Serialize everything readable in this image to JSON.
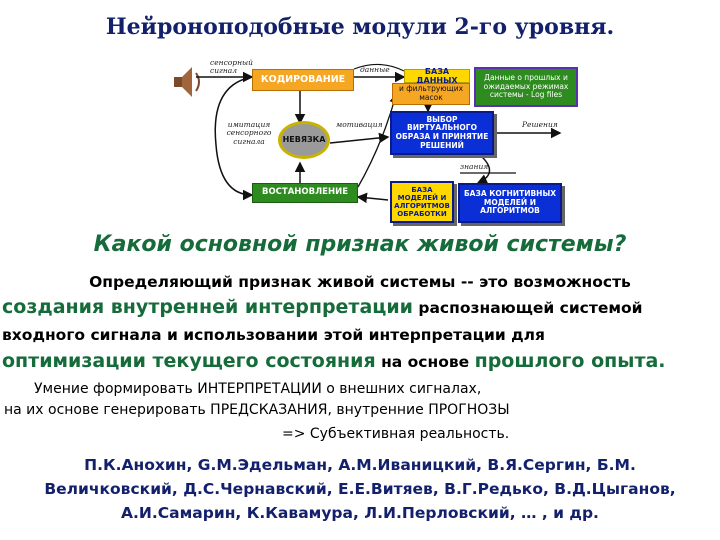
{
  "title": "Нейроноподобные модули 2-го уровня.",
  "diagram": {
    "coding": "КОДИРОВАНИЕ",
    "mismatch": "НЕВЯЗКА",
    "restoration": "ВОСТАНОВЛЕНИЕ",
    "database": "БАЗА ДАННЫХ",
    "filters": "и фильтрующих масок",
    "log_files": "Данные о прошлых и ожидаемых режимах системы - Log files",
    "choice": "ВЫБОР ВИРТУАЛЬНОГО ОБРАЗА И ПРИНЯТИЕ РЕШЕНИЙ",
    "models_db": "БАЗА МОДЕЛЕЙ И АЛГОРИТМОВ ОБРАБОТКИ",
    "cognitive_db": "БАЗА КОГНИТИВНЫХ МОДЕЛЕЙ И АЛГОРИТМОВ",
    "sensory_signal": "сенсорный сигнал",
    "data": "данные",
    "imitation": "имитация сенсорного сигнала",
    "motivation": "мотивация",
    "decisions": "Решения",
    "knowledge": "знания",
    "speaker_icon": "speaker-icon"
  },
  "question": "Какой основной признак живой системы?",
  "definition": {
    "line1": "Определяющий признак живой системы  -- это возможность",
    "line2_big": "создания внутренней интерпретации",
    "line2_rest": " распознающей системой",
    "line3": "входного сигнала и использовании этой интерпретации для",
    "line4_big1": "оптимизации текущего состояния",
    "line4_mid": " на основе ",
    "line4_big2": "прошлого опыта."
  },
  "skills": {
    "line1": "Умение формировать ИНТЕРПРЕТАЦИИ о внешних сигналах,",
    "line2": "на их основе генерировать ПРЕДСКАЗАНИЯ, внутренние ПРОГНОЗЫ",
    "line3": "=>   Субъективная реальность."
  },
  "authors": {
    "line1": "П.К.Анохин, G.М.Эдельман, А.М.Иваницкий, В.Я.Сергин, Б.М.",
    "line2": "Величковский, Д.С.Чернавский, Е.Е.Витяев, В.Г.Редько, В.Д.Цыганов,",
    "line3": "А.И.Самарин, К.Кавамура, Л.И.Перловский, … , и др."
  }
}
